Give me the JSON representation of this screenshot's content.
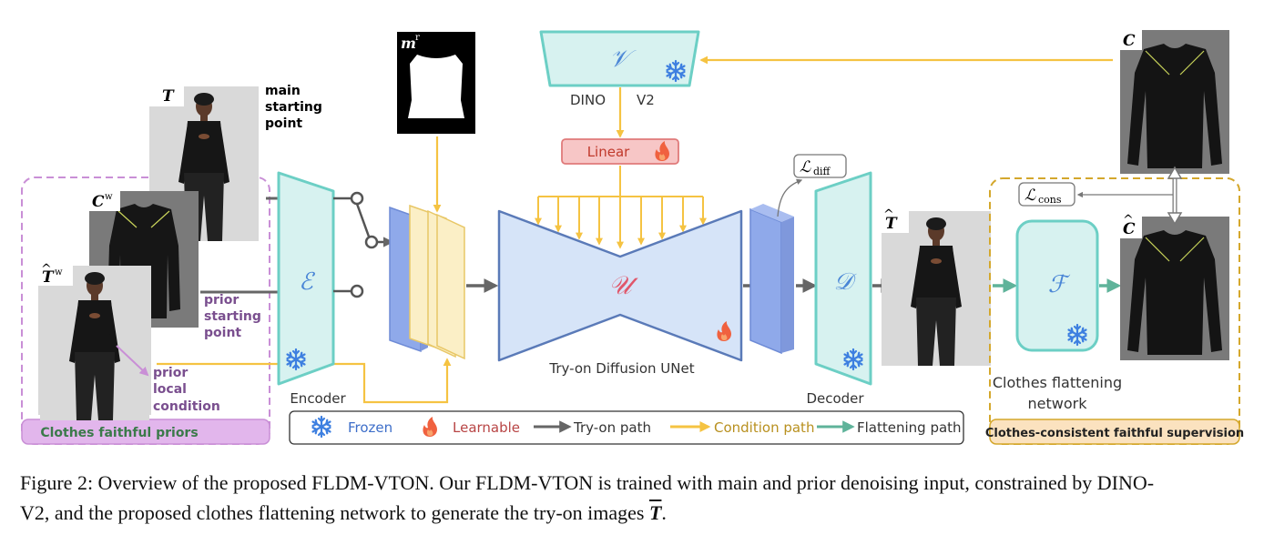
{
  "figure": {
    "input_labels": {
      "main_image": "T",
      "main_note": [
        "main",
        "starting",
        "point"
      ],
      "warped_cloth": "C",
      "warped_cloth_sup": "w",
      "warped_person": "T",
      "warped_person_sup": "w",
      "prior_note": [
        "prior",
        "starting",
        "point"
      ],
      "local_note": [
        "prior",
        "local",
        "condition"
      ],
      "mask": "m",
      "mask_sup": "r"
    },
    "modules": {
      "dino_symbol": "𝒱",
      "dino_name_left": "DINO",
      "dino_name_right": "V2",
      "linear_label": "Linear",
      "encoder_symbol": "ℰ",
      "encoder_label": "Encoder",
      "unet_symbol": "𝒰",
      "unet_label": "Try-on Diffusion UNet",
      "decoder_symbol": "𝒟",
      "decoder_label": "Decoder",
      "flatten_symbol": "ℱ",
      "flatten_label": [
        "Clothes flattening",
        "network"
      ]
    },
    "outputs": {
      "result_label": "T",
      "cloth_gt_label": "C",
      "cloth_pred_label": "C",
      "loss_diff_main": "ℒ",
      "loss_diff_sub": "diff",
      "loss_cons_main": "ℒ",
      "loss_cons_sub": "cons"
    },
    "groups": {
      "priors_title": "Clothes faithful priors",
      "supervision_title": "Clothes-consistent faithful supervision"
    },
    "legend": {
      "frozen": "Frozen",
      "learnable": "Learnable",
      "tryon": "Try-on path",
      "condition": "Condition path",
      "flatten": "Flattening path"
    },
    "colors": {
      "tryon_path": "#666666",
      "condition_path": "#f5c342",
      "flatten_path": "#5fb39a",
      "teal_module": "#d7f2f0",
      "teal_edge": "#6ccfc5",
      "unet_fill": "#d6e4f8",
      "unet_edge": "#5a7ab8",
      "linear_fill": "#f7c6c6",
      "linear_edge": "#e07a7a",
      "priors_border": "#c98fd6",
      "supervision_border": "#d4a72c"
    }
  },
  "caption": {
    "lead": "Figure 2: Overview of the proposed FLDM-VTON. Our FLDM-VTON is trained with main and prior denoising input, constrained by DINO-",
    "line2": "V2, and the proposed clothes flattening network to generate the try-on images ",
    "symbol": "T",
    "end": "."
  }
}
